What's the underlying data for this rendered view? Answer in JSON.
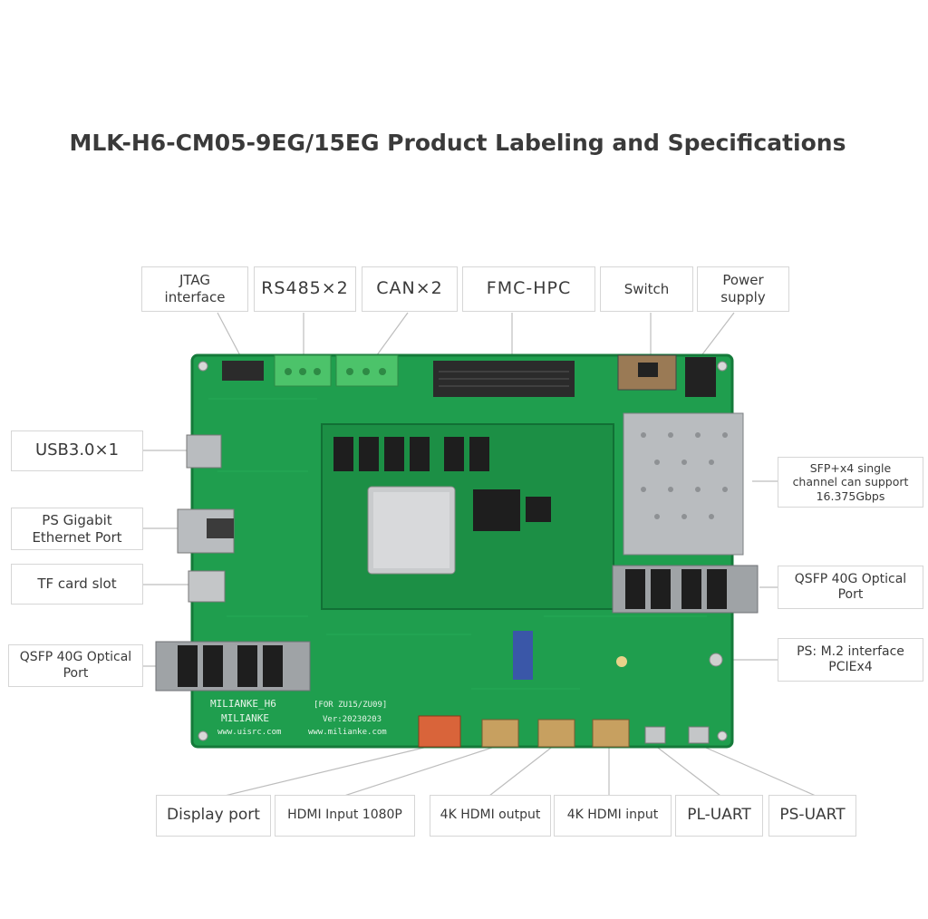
{
  "title": "MLK-H6-CM05-9EG/15EG Product Labeling and Specifications",
  "labels": {
    "jtag": "JTAG\ninterface",
    "rs485": "RS485×2",
    "can": "CAN×2",
    "fmc": "FMC-HPC",
    "switch": "Switch",
    "power": "Power\nsupply",
    "usb": "USB3.0×1",
    "ethernet": "PS Gigabit\nEthernet Port",
    "tfcard": "TF card slot",
    "qsfp_left": "QSFP 40G Optical\nPort",
    "sfp": "SFP+x4 single\nchannel can support\n16.375Gbps",
    "qsfp_right": "QSFP 40G Optical\nPort",
    "m2": "PS: M.2 interface\nPCIEx4",
    "displayport": "Display port",
    "hdmi1080": "HDMI Input 1080P",
    "hdmi4k_out": "4K HDMI output",
    "hdmi4k_in": "4K HDMI input",
    "pluart": "PL-UART",
    "psuart": "PS-UART"
  },
  "silkscreen": {
    "brand1": "MILIANKE_H6",
    "brand2": "MILIANKE",
    "web1": "www.uisrc.com",
    "ver_note": "[FOR ZU15/ZU09]",
    "ver": "Ver:20230203",
    "web2": "www.milianke.com"
  },
  "colors": {
    "pcb": "#1f9e4e",
    "pcb_dark": "#157a3a",
    "metal": "#b9bcbf",
    "connector": "#2b2b2b",
    "terminal": "#4cc36a"
  }
}
